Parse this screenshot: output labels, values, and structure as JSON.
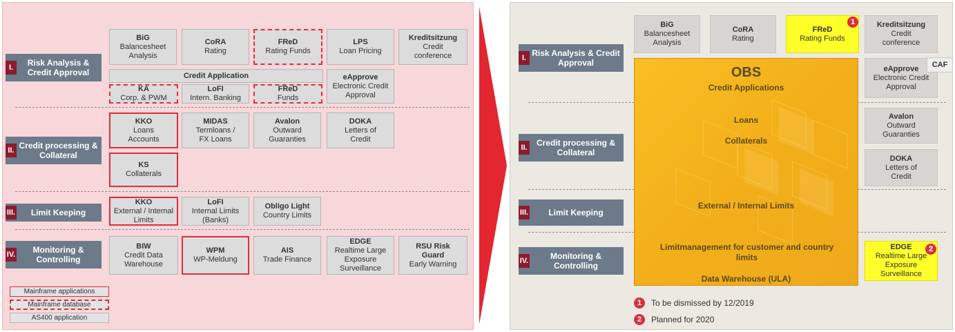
{
  "left": {
    "lanes": [
      {
        "roman": "I.",
        "label": "Risk Analysis & Credit Approval"
      },
      {
        "roman": "II.",
        "label": "Credit processing & Collateral"
      },
      {
        "roman": "III.",
        "label": "Limit Keeping"
      },
      {
        "roman": "IV.",
        "label": "Monitoring & Controlling"
      }
    ],
    "boxes": {
      "big": {
        "title": "BiG",
        "lines": "Balancesheet Analysis"
      },
      "cora": {
        "title": "CoRA",
        "lines": "Rating"
      },
      "fred_rating": {
        "title": "FReD",
        "lines": "Rating Funds"
      },
      "lps": {
        "title": "LPS",
        "lines": "Loan Pricing"
      },
      "kreditsitzung": {
        "title": "Kreditsitzung",
        "lines": "Credit conference"
      },
      "credit_application": {
        "title": "Credit Application"
      },
      "ka": {
        "title": "KA",
        "lines": "Corp. & PWM"
      },
      "lofi_ib": {
        "title": "LoFI",
        "lines": "Intern. Banking"
      },
      "fred_funds": {
        "title": "FReD",
        "lines": "Funds"
      },
      "eapprove": {
        "title": "eApprove",
        "lines": "Electronic Credit Approval"
      },
      "kko_loans": {
        "title": "KKO",
        "lines": "Loans Accounts"
      },
      "midas": {
        "title": "MIDAS",
        "lines": "Termloans / FX Loans"
      },
      "avalon": {
        "title": "Avalon",
        "lines": "Outward Guaranties"
      },
      "doka": {
        "title": "DOKA",
        "lines": "Letters of Credit"
      },
      "ks": {
        "title": "KS",
        "lines": "Collaterals"
      },
      "kko_limits": {
        "title": "KKO",
        "lines": "External / Internal Limits"
      },
      "lofi_limits": {
        "title": "LoFI",
        "lines": "Internal Limits (Banks)"
      },
      "obligo": {
        "title": "Obligo Light",
        "lines": "Country Limits"
      },
      "biw": {
        "title": "BIW",
        "lines": "Credit Data Warehouse"
      },
      "wpm": {
        "title": "WPM",
        "lines": "WP-Meldung"
      },
      "ais": {
        "title": "AIS",
        "lines": "Trade Finance"
      },
      "edge": {
        "title": "EDGE",
        "lines": "Realtime Large Exposure Surveillance"
      },
      "rsu": {
        "title": "RSU Risk Guard",
        "lines": "Early Warning"
      }
    },
    "legend": [
      "Mainframe applications",
      "Mainframe database",
      "AS400 application"
    ]
  },
  "right": {
    "lanes": [
      {
        "roman": "I.",
        "label": "Risk Analysis & Credit Approval"
      },
      {
        "roman": "II.",
        "label": "Credit processing & Collateral"
      },
      {
        "roman": "III.",
        "label": "Limit Keeping"
      },
      {
        "roman": "IV.",
        "label": "Monitoring & Controlling"
      }
    ],
    "boxes": {
      "big": {
        "title": "BiG",
        "lines": "Balancesheet Analysis"
      },
      "cora": {
        "title": "CoRA",
        "lines": "Rating"
      },
      "fred": {
        "title": "FReD",
        "lines": "Rating Funds",
        "badge": "1"
      },
      "kreditsitzung": {
        "title": "Kreditsitzung",
        "lines": "Credit conference"
      },
      "eapprove": {
        "title": "eApprove",
        "lines": "Electronic Credit Approval"
      },
      "caf": {
        "title": "CAF"
      },
      "avalon": {
        "title": "Avalon",
        "lines": "Outward Guaranties"
      },
      "doka": {
        "title": "DOKA",
        "lines": "Letters of Credit"
      },
      "edge": {
        "title": "EDGE",
        "lines": "Realtime Large Exposure Surveillance",
        "badge": "2"
      }
    },
    "obs": {
      "title": "OBS",
      "subtitle": "Credit Applications",
      "loans": "Loans",
      "collaterals": "Collaterals",
      "limits": "External / Internal Limits",
      "limitmanagement": "Limitmanagement for customer and country limits",
      "dwh": "Data Warehouse (ULA)"
    },
    "notes": [
      {
        "badge": "1",
        "text": "To be dismissed by 12/2019"
      },
      {
        "badge": "2",
        "text": "Planned for 2020"
      }
    ]
  },
  "colors": {
    "mainframe_border": "#d9303f",
    "lane_bg": "#6c7a89",
    "roman_bg": "#8b1c2f",
    "obs_fill": "#f5b41c",
    "highlight": "#ffff2a"
  }
}
